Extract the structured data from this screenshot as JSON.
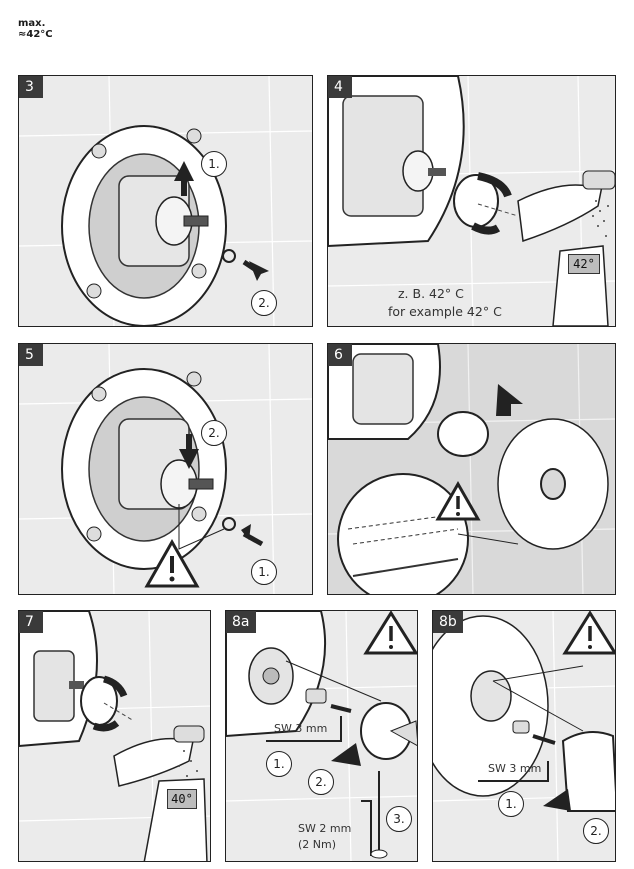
{
  "header": {
    "line1": "max.",
    "line2": "≈42°C"
  },
  "panels": {
    "p3": {
      "label": "3",
      "step1": "1.",
      "step2": "2."
    },
    "p4": {
      "label": "4",
      "caption1": "z. B. 42° C",
      "caption2": "for example 42° C",
      "display": "42°"
    },
    "p5": {
      "label": "5",
      "step1": "1.",
      "step2": "2."
    },
    "p6": {
      "label": "6"
    },
    "p7": {
      "label": "7",
      "display": "40°"
    },
    "p8a": {
      "label": "8a",
      "sw1": "SW 3 mm",
      "sw2a": "SW 2 mm",
      "sw2b": "(2 Nm)",
      "step1": "1.",
      "step2": "2.",
      "step3": "3."
    },
    "p8b": {
      "label": "8b",
      "sw1": "SW 3 mm",
      "step1": "1.",
      "step2": "2."
    }
  },
  "colors": {
    "panel_bg": "#ebebeb",
    "badge": "#3a3a3a",
    "line": "#222222",
    "tile_line": "#ffffff"
  }
}
